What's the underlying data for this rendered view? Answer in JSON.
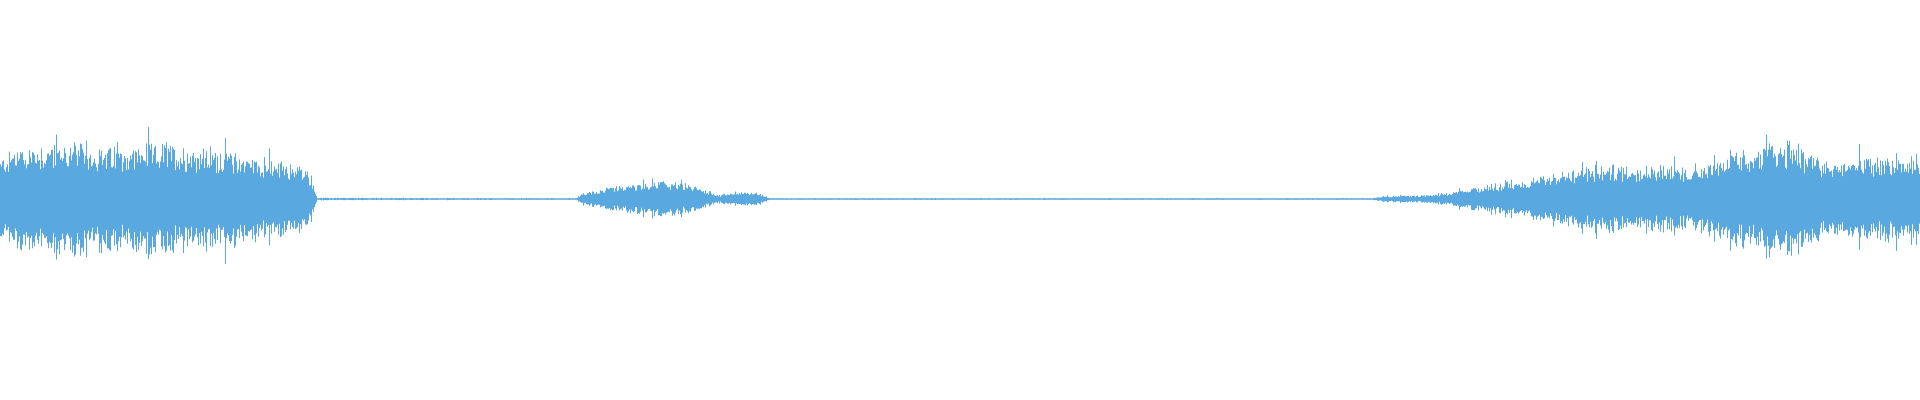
{
  "waveform": {
    "color": "#5aa8e0",
    "background": "#ffffff",
    "envelope": [
      {
        "t": 0.0,
        "a": 0.2
      },
      {
        "t": 0.01,
        "a": 0.26
      },
      {
        "t": 0.03,
        "a": 0.28
      },
      {
        "t": 0.06,
        "a": 0.25
      },
      {
        "t": 0.08,
        "a": 0.27
      },
      {
        "t": 0.1,
        "a": 0.26
      },
      {
        "t": 0.12,
        "a": 0.24
      },
      {
        "t": 0.14,
        "a": 0.19
      },
      {
        "t": 0.155,
        "a": 0.17
      },
      {
        "t": 0.162,
        "a": 0.12
      },
      {
        "t": 0.165,
        "a": 0.006
      },
      {
        "t": 0.3,
        "a": 0.004
      },
      {
        "t": 0.303,
        "a": 0.03
      },
      {
        "t": 0.32,
        "a": 0.06
      },
      {
        "t": 0.345,
        "a": 0.09
      },
      {
        "t": 0.36,
        "a": 0.07
      },
      {
        "t": 0.375,
        "a": 0.02
      },
      {
        "t": 0.382,
        "a": 0.035
      },
      {
        "t": 0.396,
        "a": 0.03
      },
      {
        "t": 0.401,
        "a": 0.004
      },
      {
        "t": 0.715,
        "a": 0.004
      },
      {
        "t": 0.72,
        "a": 0.015
      },
      {
        "t": 0.745,
        "a": 0.02
      },
      {
        "t": 0.755,
        "a": 0.03
      },
      {
        "t": 0.77,
        "a": 0.06
      },
      {
        "t": 0.8,
        "a": 0.1
      },
      {
        "t": 0.82,
        "a": 0.15
      },
      {
        "t": 0.85,
        "a": 0.17
      },
      {
        "t": 0.88,
        "a": 0.16
      },
      {
        "t": 0.895,
        "a": 0.2
      },
      {
        "t": 0.91,
        "a": 0.24
      },
      {
        "t": 0.935,
        "a": 0.3
      },
      {
        "t": 0.95,
        "a": 0.18
      },
      {
        "t": 0.975,
        "a": 0.21
      },
      {
        "t": 1.0,
        "a": 0.2
      }
    ]
  }
}
